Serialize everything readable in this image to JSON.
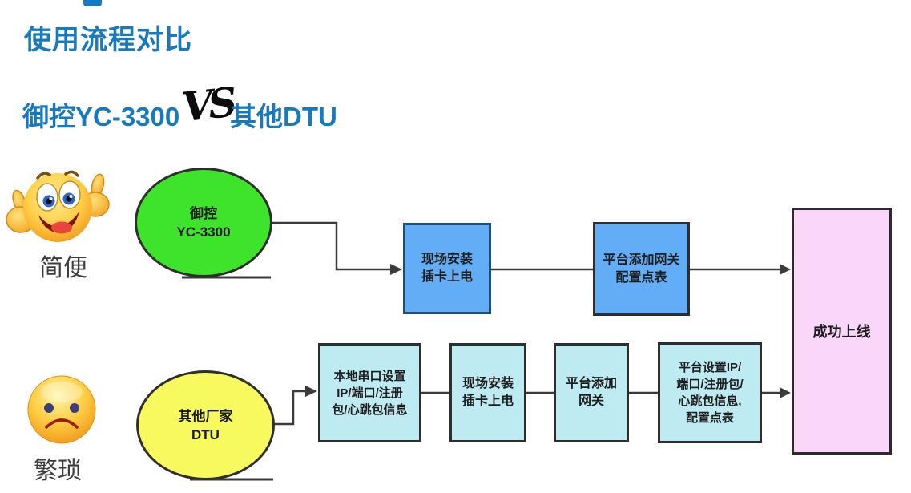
{
  "colors": {
    "accent_blue": "#1879BD",
    "step_blue_fill": "#62ADF6",
    "step_blue_border": "#1F4E79",
    "step_cyan_fill": "#BEEBF1",
    "result_pink_fill": "#FAD6FA",
    "ellipse_green_fill": "#3EE42B",
    "ellipse_yellow_fill": "#F8F95F",
    "connector": "#3B3B3B"
  },
  "header": {
    "title": "使用流程对比"
  },
  "versus": {
    "left": "御控YC-3300",
    "vs": "VS",
    "right": "其他DTU"
  },
  "flow_simple": {
    "mood_label": "简便",
    "mood_icon": "thumbs-up-happy-emoji",
    "source": {
      "line1": "御控",
      "line2": "YC-3300"
    },
    "steps": [
      {
        "line1": "现场安装",
        "line2": "插卡上电"
      },
      {
        "line1": "平台添加网关",
        "line2": "配置点表"
      }
    ]
  },
  "flow_complex": {
    "mood_label": "繁琐",
    "mood_icon": "sad-frown-emoji",
    "source": {
      "line1": "其他厂家",
      "line2": "DTU"
    },
    "steps": [
      {
        "line1": "本地串口设置",
        "line2": "IP/端口/注册",
        "line3": "包/心跳包信息"
      },
      {
        "line1": "现场安装",
        "line2": "插卡上电"
      },
      {
        "line1": "平台添加",
        "line2": "网关"
      },
      {
        "line1": "平台设置IP/",
        "line2": "端口/注册包/",
        "line3": "心跳包信息,",
        "line4": "配置点表"
      }
    ]
  },
  "result": {
    "label": "成功上线"
  }
}
